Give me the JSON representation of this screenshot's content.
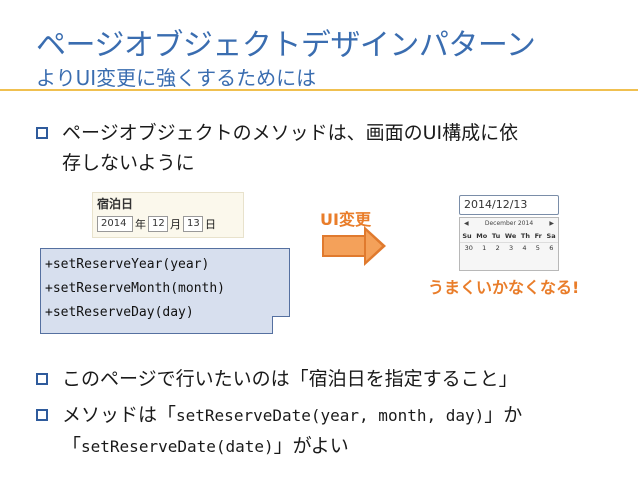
{
  "title": "ページオブジェクトデザインパターン",
  "subtitle": "よりUI変更に強くするためには",
  "bullets": {
    "b1_line1": "ページオブジェクトのメソッドは、画面のUI構成に依",
    "b1_line2": "存しないように",
    "b2": "このページで行いたいのは「宿泊日を指定すること」",
    "b3_pre": "メソッドは「",
    "b3_code1": "setReserveDate(year, month, day)",
    "b3_mid": "」か",
    "b3_pre2": "「",
    "b3_code2": "setReserveDate(date)",
    "b3_post": "」がよい"
  },
  "form": {
    "label": "宿泊日",
    "year_value": "2014",
    "year_unit": "年",
    "month_value": "12",
    "month_unit": "月",
    "day_value": "13",
    "day_unit": "日"
  },
  "methods": {
    "line1": "+setReserveYear(year)",
    "line2": "+setReserveMonth(month)",
    "line3": "+setReserveDay(day)"
  },
  "change_label": "UI変更",
  "calendar": {
    "input_value": "2014/12/13",
    "prev": "◀",
    "month_title": "December 2014",
    "next": "▶",
    "dows": [
      "Su",
      "Mo",
      "Tu",
      "We",
      "Th",
      "Fr",
      "Sa"
    ],
    "week1": [
      "30",
      "1",
      "2",
      "3",
      "4",
      "5",
      "6"
    ]
  },
  "result_text": "うまくいかなくなる!",
  "colors": {
    "title": "#3a6db0",
    "accent_orange": "#e97d2a",
    "note_fill": "#d7dfee",
    "rule": "#f0c050"
  }
}
